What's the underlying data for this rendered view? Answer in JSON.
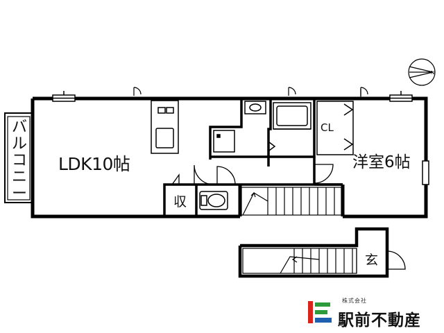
{
  "floorplan": {
    "rooms": {
      "ldk": "LDK10帖",
      "western_room": "洋室6帖",
      "closet": "CL",
      "storage": "収",
      "entrance": "玄",
      "balcony": [
        "バ",
        "ル",
        "コ",
        "ニ",
        "ー"
      ]
    },
    "compass": {
      "label": "N"
    }
  },
  "company": {
    "sub": "株式会社",
    "name": "駅前不動産"
  },
  "colors": {
    "wall": "#000000",
    "background": "#ffffff",
    "logo_red": "#d9241b",
    "logo_green": "#2e9b3a",
    "logo_blue": "#1f5fb0"
  }
}
